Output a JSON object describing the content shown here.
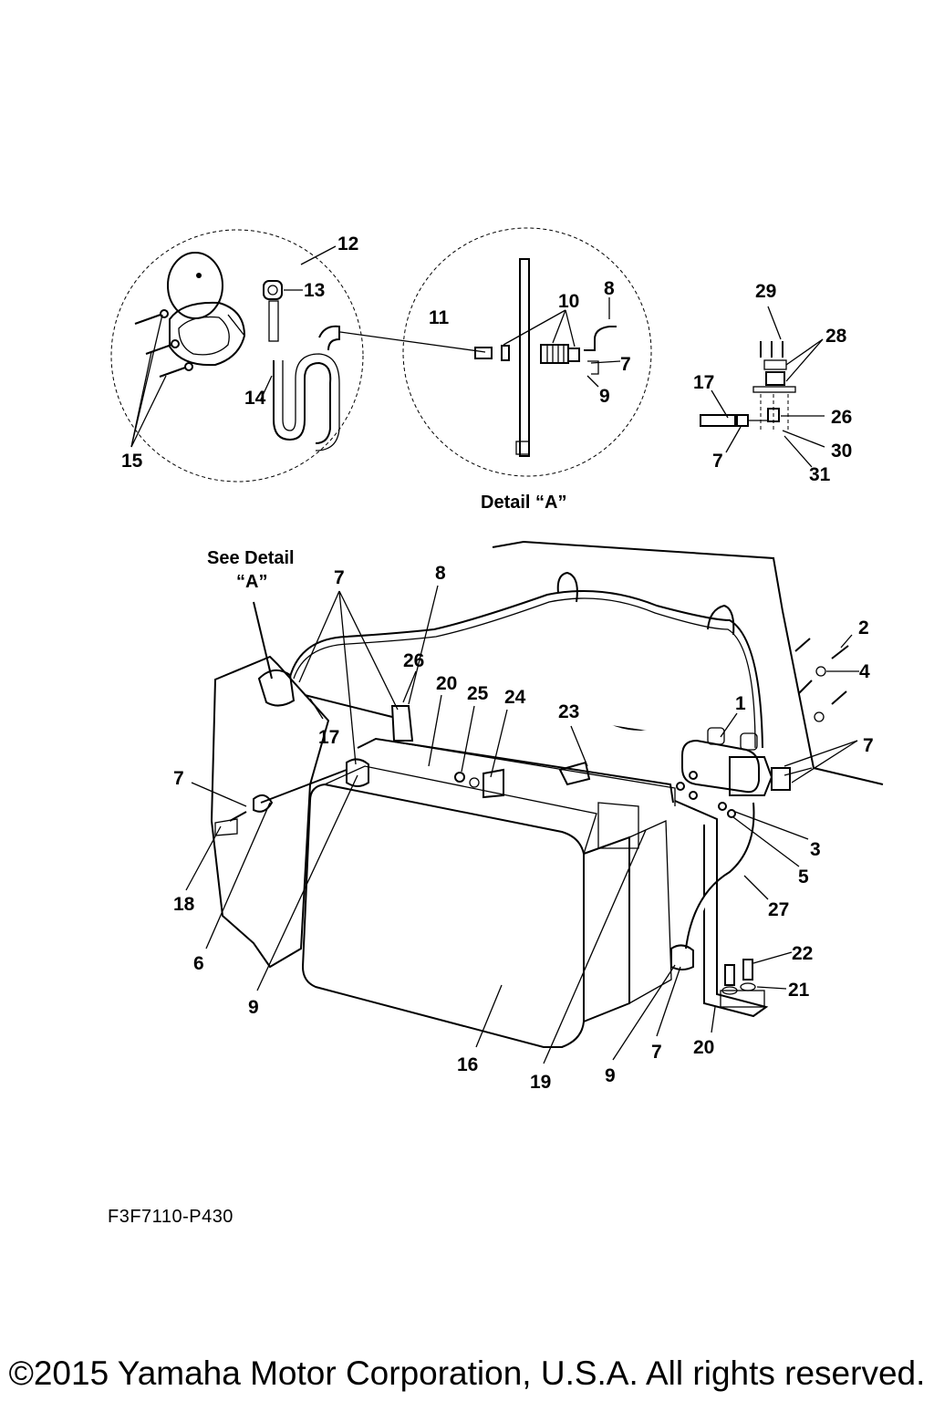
{
  "diagram": {
    "callouts": {
      "c12": "12",
      "c13": "13",
      "c14": "14",
      "c15": "15",
      "c11": "11",
      "c10": "10",
      "c8a": "8",
      "c7a": "7",
      "c9a": "9",
      "c29": "29",
      "c28": "28",
      "c17a": "17",
      "c26a": "26",
      "c30": "30",
      "c7b": "7",
      "c31": "31",
      "c7c": "7",
      "c8b": "8",
      "c2": "2",
      "c4": "4",
      "c26b": "26",
      "c20a": "20",
      "c25": "25",
      "c24": "24",
      "c23": "23",
      "c1": "1",
      "c7d": "7",
      "c17b": "17",
      "c7e": "7",
      "c3": "3",
      "c5": "5",
      "c18": "18",
      "c27": "27",
      "c22": "22",
      "c6": "6",
      "c21": "21",
      "c9b": "9",
      "c20b": "20",
      "c16": "16",
      "c19": "19",
      "c9c": "9",
      "c7f": "7"
    },
    "detail_caption": "Detail “A”",
    "see_detail_line1": "See  Detail",
    "see_detail_line2": "“A”"
  },
  "footer": {
    "figure_code": "F3F7110-P430",
    "copyright": "©2015 Yamaha Motor Corporation, U.S.A. All rights reserved."
  }
}
